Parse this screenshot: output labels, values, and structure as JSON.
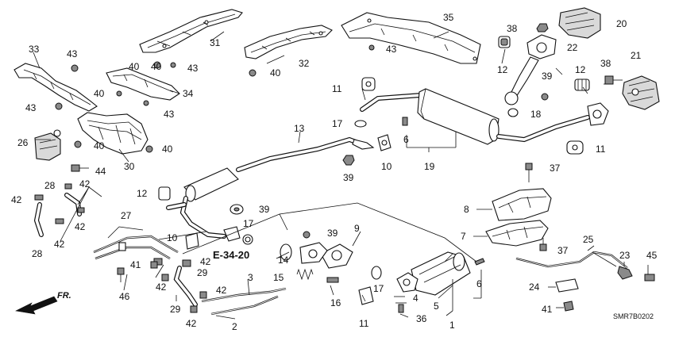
{
  "diagram": {
    "drawing_code": "SMR7B0202",
    "reference_label": "E-34-20",
    "front_label": "FR.",
    "callouts": [
      {
        "id": "c1",
        "text": "1"
      },
      {
        "id": "c2",
        "text": "2"
      },
      {
        "id": "c3",
        "text": "3"
      },
      {
        "id": "c4",
        "text": "4"
      },
      {
        "id": "c5",
        "text": "5"
      },
      {
        "id": "c6a",
        "text": "6"
      },
      {
        "id": "c6b",
        "text": "6"
      },
      {
        "id": "c7",
        "text": "7"
      },
      {
        "id": "c8",
        "text": "8"
      },
      {
        "id": "c9",
        "text": "9"
      },
      {
        "id": "c10a",
        "text": "10"
      },
      {
        "id": "c10b",
        "text": "10"
      },
      {
        "id": "c11a",
        "text": "11"
      },
      {
        "id": "c11b",
        "text": "11"
      },
      {
        "id": "c11c",
        "text": "11"
      },
      {
        "id": "c12a",
        "text": "12"
      },
      {
        "id": "c12b",
        "text": "12"
      },
      {
        "id": "c12c",
        "text": "12"
      },
      {
        "id": "c13",
        "text": "13"
      },
      {
        "id": "c14",
        "text": "14"
      },
      {
        "id": "c15",
        "text": "15"
      },
      {
        "id": "c16",
        "text": "16"
      },
      {
        "id": "c17a",
        "text": "17"
      },
      {
        "id": "c17b",
        "text": "17"
      },
      {
        "id": "c17c",
        "text": "17"
      },
      {
        "id": "c18",
        "text": "18"
      },
      {
        "id": "c19",
        "text": "19"
      },
      {
        "id": "c20",
        "text": "20"
      },
      {
        "id": "c21",
        "text": "21"
      },
      {
        "id": "c22",
        "text": "22"
      },
      {
        "id": "c23",
        "text": "23"
      },
      {
        "id": "c24",
        "text": "24"
      },
      {
        "id": "c25",
        "text": "25"
      },
      {
        "id": "c26",
        "text": "26"
      },
      {
        "id": "c27",
        "text": "27"
      },
      {
        "id": "c28a",
        "text": "28"
      },
      {
        "id": "c28b",
        "text": "28"
      },
      {
        "id": "c29a",
        "text": "29"
      },
      {
        "id": "c29b",
        "text": "29"
      },
      {
        "id": "c30",
        "text": "30"
      },
      {
        "id": "c31",
        "text": "31"
      },
      {
        "id": "c32",
        "text": "32"
      },
      {
        "id": "c33",
        "text": "33"
      },
      {
        "id": "c34",
        "text": "34"
      },
      {
        "id": "c35",
        "text": "35"
      },
      {
        "id": "c36",
        "text": "36"
      },
      {
        "id": "c37a",
        "text": "37"
      },
      {
        "id": "c37b",
        "text": "37"
      },
      {
        "id": "c38a",
        "text": "38"
      },
      {
        "id": "c38b",
        "text": "38"
      },
      {
        "id": "c39a",
        "text": "39"
      },
      {
        "id": "c39b",
        "text": "39"
      },
      {
        "id": "c39c",
        "text": "39"
      },
      {
        "id": "c39d",
        "text": "39"
      },
      {
        "id": "c40a",
        "text": "40"
      },
      {
        "id": "c40b",
        "text": "40"
      },
      {
        "id": "c40c",
        "text": "40"
      },
      {
        "id": "c40d",
        "text": "40"
      },
      {
        "id": "c40e",
        "text": "40"
      },
      {
        "id": "c40f",
        "text": "40"
      },
      {
        "id": "c41a",
        "text": "41"
      },
      {
        "id": "c41b",
        "text": "41"
      },
      {
        "id": "c42a",
        "text": "42"
      },
      {
        "id": "c42b",
        "text": "42"
      },
      {
        "id": "c42c",
        "text": "42"
      },
      {
        "id": "c42d",
        "text": "42"
      },
      {
        "id": "c42e",
        "text": "42"
      },
      {
        "id": "c42f",
        "text": "42"
      },
      {
        "id": "c42g",
        "text": "42"
      },
      {
        "id": "c42h",
        "text": "42"
      },
      {
        "id": "c43a",
        "text": "43"
      },
      {
        "id": "c43b",
        "text": "43"
      },
      {
        "id": "c43c",
        "text": "43"
      },
      {
        "id": "c43d",
        "text": "43"
      },
      {
        "id": "c43e",
        "text": "43"
      },
      {
        "id": "c44",
        "text": "44"
      },
      {
        "id": "c45",
        "text": "45"
      },
      {
        "id": "c46",
        "text": "46"
      }
    ]
  }
}
